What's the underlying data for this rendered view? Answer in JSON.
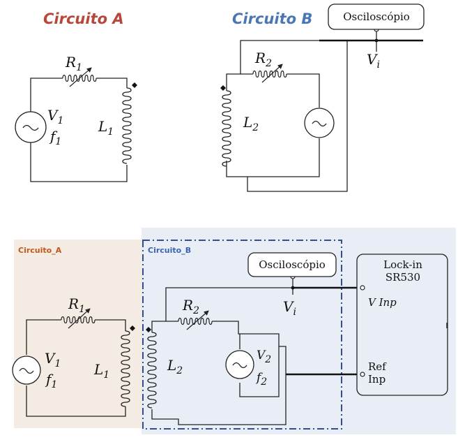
{
  "top": {
    "title_a": "Circuito A",
    "title_b": "Circuito B",
    "osc_label": "Osciloscópio",
    "vi": "V",
    "vi_sub": "i",
    "r1": "R",
    "r1_sub": "1",
    "r2": "R",
    "r2_sub": "2",
    "l1": "L",
    "l1_sub": "1",
    "l2": "L",
    "l2_sub": "2",
    "v1": "V",
    "v1_sub": "1",
    "f1": "f",
    "f1_sub": "1"
  },
  "bottom": {
    "label_a": "Circuito_A",
    "label_b": "Circuito_B",
    "osc_label": "Osciloscópio",
    "lockin_line1": "Lock-in",
    "lockin_line2": "SR530",
    "v_inp": "V Inp",
    "ref_line1": "Ref",
    "ref_line2": "Inp",
    "vi": "V",
    "vi_sub": "i",
    "r1": "R",
    "r1_sub": "1",
    "r2": "R",
    "r2_sub": "2",
    "l1": "L",
    "l1_sub": "1",
    "l2": "L",
    "l2_sub": "2",
    "v1": "V",
    "v1_sub": "1",
    "f1": "f",
    "f1_sub": "1",
    "v2": "V",
    "v2_sub": "2",
    "f2": "f",
    "f2_sub": "2"
  },
  "colors": {
    "title_a": "#b8473a",
    "title_b": "#4a77b4",
    "panel_a_bg": "#f4ebe3",
    "panel_b_bg": "#e9eef6",
    "dashed_border": "#2f4f8f"
  }
}
